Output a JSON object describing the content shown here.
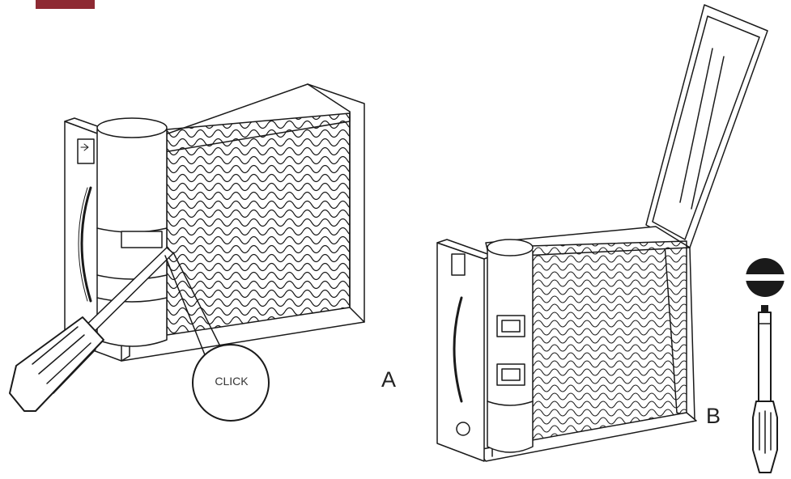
{
  "colors": {
    "tag": "#8e2a33",
    "line": "#1a1a1a",
    "fill": "#ffffff"
  },
  "callout": {
    "text": "CLICK"
  },
  "figure_a": {
    "label": "A"
  },
  "figure_b": {
    "label": "B"
  },
  "icons": [
    "flathead-screwdriver-icon",
    "slot-screw-head-icon"
  ]
}
